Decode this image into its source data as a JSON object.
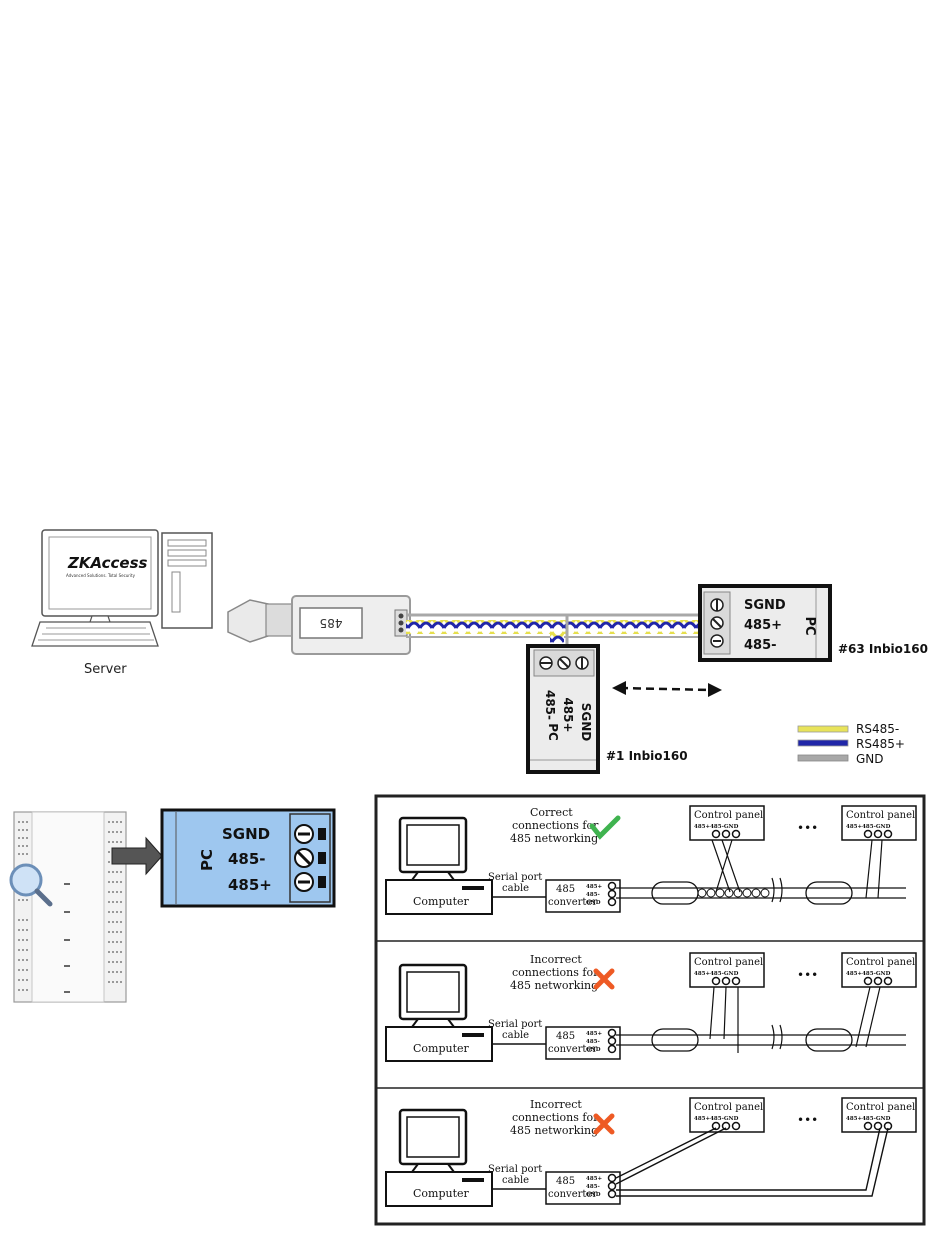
{
  "top": {
    "server_label": "Server",
    "logo_text": "ZKAccess",
    "logo_tagline": "Advanced Solutions. Total Security",
    "converter_label": "485",
    "panel_63": {
      "title": "#63 Inbio160",
      "terms": [
        "SGND",
        "485+",
        "485-"
      ],
      "pc": "PC"
    },
    "panel_1": {
      "title": "#1 Inbio160",
      "terms": [
        "SGND",
        "485+",
        "485-"
      ],
      "pc": "PC"
    },
    "legend": [
      {
        "label": "RS485-",
        "color": "#e8e35a"
      },
      {
        "label": "RS485+",
        "color": "#2026a8"
      },
      {
        "label": "GND",
        "color": "#a8a8a8"
      }
    ]
  },
  "detail": {
    "terms": [
      "SGND",
      "485-",
      "485+"
    ],
    "pc": "PC",
    "bg_color": "#9ec7ef"
  },
  "wiring": {
    "panels": [
      {
        "status_text": [
          "Correct",
          "connections for",
          "485 networking"
        ],
        "status_mark": "check"
      },
      {
        "status_text": [
          "Incorrect",
          "connections for",
          "485 networking"
        ],
        "status_mark": "cross"
      },
      {
        "status_text": [
          "Incorrect",
          "connections for",
          "485 networking"
        ],
        "status_mark": "cross"
      }
    ],
    "computer_label": "Computer",
    "cable_label": [
      "Serial port",
      "cable"
    ],
    "converter_label": [
      "485",
      "converter"
    ],
    "converter_terms": [
      "485+",
      "485-",
      "GND"
    ],
    "control_panel_label": "Control panel",
    "panel_terms_label": "485+485-GND",
    "ellipsis": "•••",
    "check_color": "#3fb34f",
    "cross_color": "#ee5a24"
  }
}
